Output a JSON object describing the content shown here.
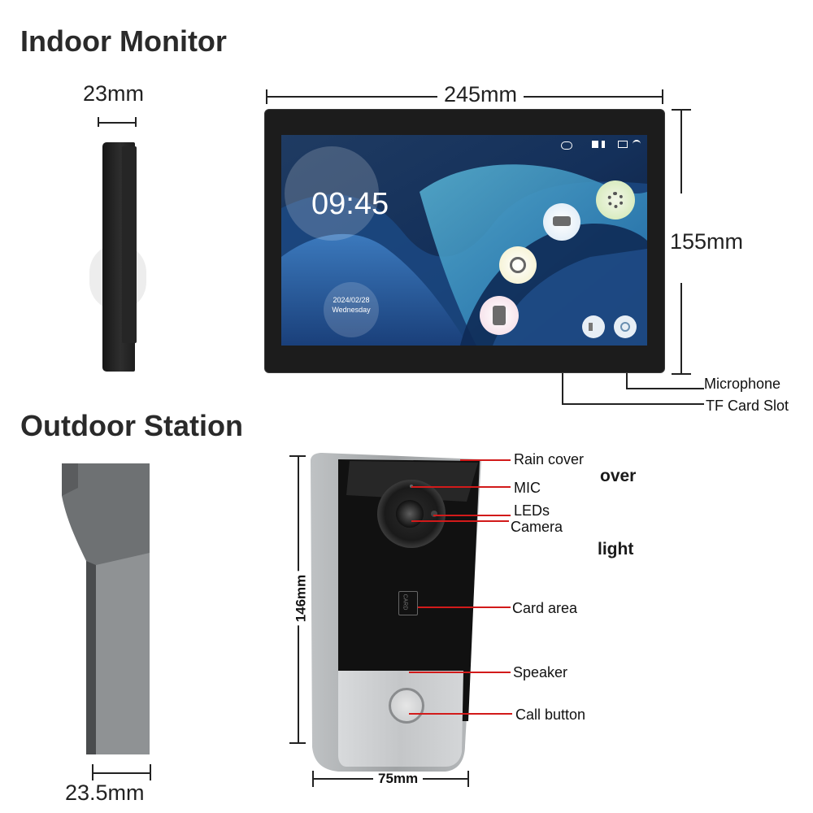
{
  "headings": {
    "indoor": "Indoor Monitor",
    "outdoor": "Outdoor Station"
  },
  "indoor_monitor": {
    "depth": "23mm",
    "width": "245mm",
    "height": "155mm",
    "screen_time": "09:45",
    "screen_date": "2024/02/28",
    "screen_weekday": "Wednesday",
    "callouts": {
      "microphone": "Microphone",
      "tf_card": "TF Card Slot"
    }
  },
  "outdoor_station": {
    "depth": "23.5mm",
    "width": "75mm",
    "height": "146mm",
    "card_text": "CARD",
    "callouts": {
      "rain_cover": "Rain cover",
      "mic": "MIC",
      "leds": "LEDs",
      "camera": "Camera",
      "card_area": "Card  area",
      "speaker": "Speaker",
      "call_button": "Call button"
    },
    "background_fragments": [
      "over",
      "light"
    ]
  },
  "colors": {
    "callout_red": "#d21a1a",
    "bezel": "#1c1c1c",
    "housing_grey": "#a9acae"
  }
}
